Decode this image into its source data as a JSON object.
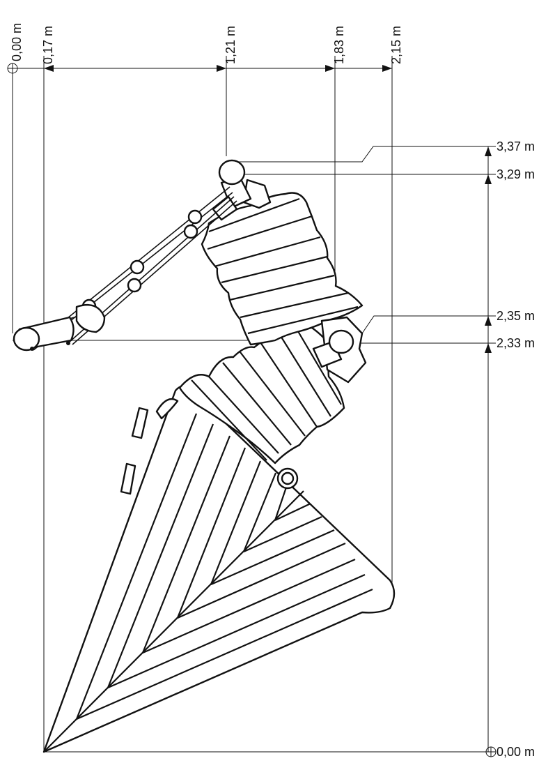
{
  "drawing": {
    "type": "plan-view-dimension-drawing",
    "horizontal_dimensions": [
      {
        "label": "0,00 m",
        "value": 0.0,
        "origin": true
      },
      {
        "label": "0,17 m",
        "value": 0.17
      },
      {
        "label": "1,21 m",
        "value": 1.21
      },
      {
        "label": "1,83 m",
        "value": 1.83
      },
      {
        "label": "2,15 m",
        "value": 2.15
      }
    ],
    "vertical_dimensions": [
      {
        "label": "3,37 m",
        "value": 3.37
      },
      {
        "label": "3,29 m",
        "value": 3.29
      },
      {
        "label": "2,35 m",
        "value": 2.35
      },
      {
        "label": "2,33 m",
        "value": 2.33
      },
      {
        "label": "0,00 m",
        "value": 0.0,
        "origin": true
      }
    ]
  }
}
